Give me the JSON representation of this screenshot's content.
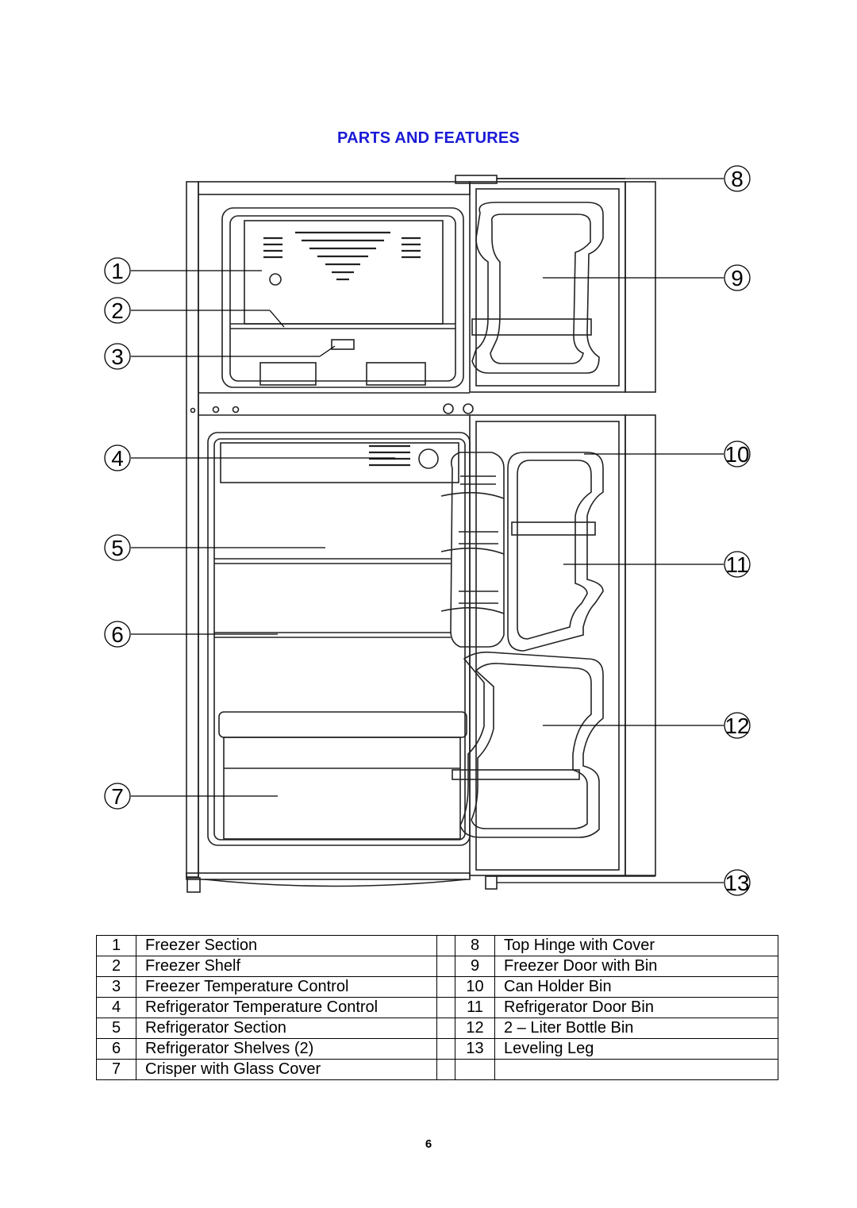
{
  "page": {
    "title": "PARTS AND FEATURES",
    "page_number": "6"
  },
  "diagram": {
    "callouts": [
      "1",
      "2",
      "3",
      "4",
      "5",
      "6",
      "7",
      "8",
      "9",
      "10",
      "11",
      "12",
      "13"
    ]
  },
  "parts": [
    {
      "num_left": "1",
      "name_left": "Freezer Section",
      "num_right": "8",
      "name_right": "Top Hinge with Cover"
    },
    {
      "num_left": "2",
      "name_left": "Freezer Shelf",
      "num_right": "9",
      "name_right": "Freezer Door with Bin"
    },
    {
      "num_left": "3",
      "name_left": "Freezer Temperature Control",
      "num_right": "10",
      "name_right": "Can Holder Bin"
    },
    {
      "num_left": "4",
      "name_left": "Refrigerator Temperature Control",
      "num_right": "11",
      "name_right": "Refrigerator Door Bin"
    },
    {
      "num_left": "5",
      "name_left": "Refrigerator Section",
      "num_right": "12",
      "name_right": "2 – Liter Bottle Bin"
    },
    {
      "num_left": "6",
      "name_left": "Refrigerator Shelves (2)",
      "num_right": "13",
      "name_right": "Leveling Leg"
    },
    {
      "num_left": "7",
      "name_left": "Crisper with Glass Cover",
      "num_right": "",
      "name_right": ""
    }
  ]
}
